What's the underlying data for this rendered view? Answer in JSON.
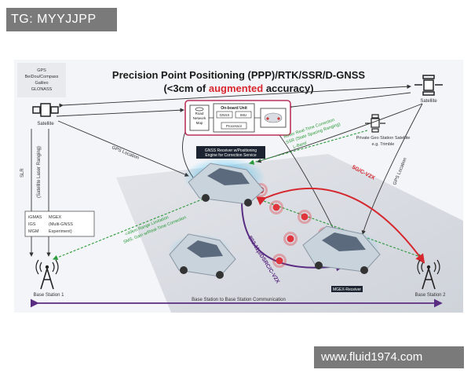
{
  "tag": {
    "text": "TG: MYYJJPP"
  },
  "watermark": {
    "text": "www.fluid1974.com"
  },
  "title": {
    "line1": "Precision Point Positioning (PPP)/RTK/SSR/D-GNSS",
    "line2_prefix": "(<3cm of ",
    "line2_highlight": "augmented",
    "line2_suffix": " accuracy)"
  },
  "constellations": [
    "GPS",
    "BeiDou/Compass",
    "Galileo",
    "GLONASS"
  ],
  "satellite_left": {
    "label": "Satellite"
  },
  "satellite_right": {
    "label": "Satellite"
  },
  "private_station": {
    "line1": "Private Geo Station Satellite",
    "line2": "e.g. Trimble"
  },
  "onboard": {
    "map_line1": "Road",
    "map_line2": "Network",
    "map_line3": "Map",
    "unit_title": "On-board Unit",
    "gnss": "GNSS",
    "imu": "IMU",
    "processor": "Processor"
  },
  "rover": {
    "line1": "Rover Real-Time Correction",
    "line2": "SSR (State Spacing Ranging)",
    "line3": "L-Band"
  },
  "gps_location_left": "GPS Location",
  "gps_location_right": "GPS Location",
  "receiver_box": {
    "line1": "GNSS Receiver w/Positioning",
    "line2": "Engine for Correction Service"
  },
  "v2x_5g": "5G/C-V2X",
  "dsrc": "802.11p/DSRC/C-V2X",
  "slr": {
    "line1": "SLR",
    "line2": "(Satellite Laser Ranging)"
  },
  "services": {
    "c1r1": "iGMAS",
    "c2r1": "MGEX",
    "c1r2": "IGS",
    "c2r2": "(Multi-GNSS",
    "c1r3": "MGM",
    "c2r3": "Experiment)"
  },
  "range_limit": {
    "line1": "<40km Range Limitation",
    "line2": "SMS. Gain w/Real-Time Correction"
  },
  "mgex_receiver": "MGEX-Receiver",
  "base_station_1": "Base Station 1",
  "base_station_2": "Base Station 2",
  "base_link": "Base Station to Base Station Communication",
  "colors": {
    "title": "#1a1a1a",
    "highlight": "#d8282f",
    "green": "#2a9a3a",
    "red": "#d6272e",
    "purple": "#5b2d82",
    "beam": "#1aa3e0",
    "onboard_border": "#b8325a"
  },
  "icons": [
    "satellite-icon",
    "tower-icon",
    "database-icon",
    "car-icon"
  ]
}
